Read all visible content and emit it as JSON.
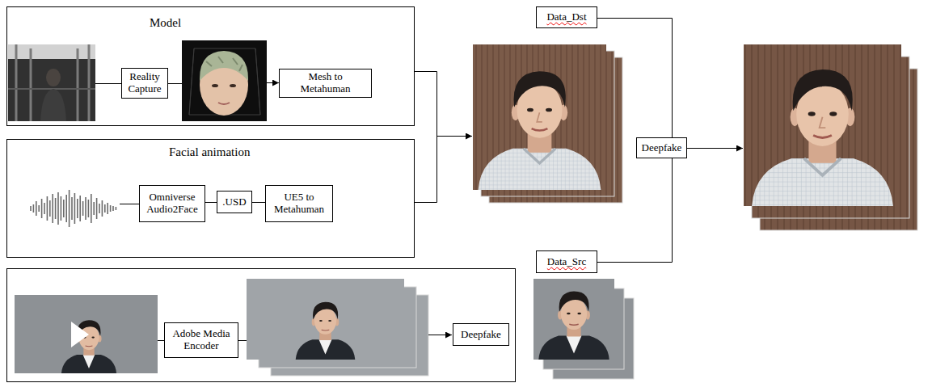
{
  "diagram": {
    "nodes": [
      {
        "text": [
          "Model"
        ]
      },
      {
        "text": [
          "Reality Capture"
        ],
        "in": 0
      },
      {
        "text": [
          "Mesh to Metahuman"
        ],
        "in": 0
      },
      {
        "text": [
          "Data_Dst"
        ]
      },
      {
        "text": [
          "Facial animation"
        ]
      },
      {
        "text": [
          "Omniverse Audio2Face"
        ],
        "in": 4
      },
      {
        "text": [
          ".USD"
        ],
        "in": 4
      },
      {
        "text": [
          "UE5 to Metahuman"
        ],
        "in": 4
      },
      {
        "text": [
          "Deepfake"
        ]
      },
      {
        "text": [
          "Data_Src"
        ]
      },
      {
        "text": [
          "Adobe Media Encoder"
        ]
      },
      {
        "text": [
          "Deepfake"
        ]
      }
    ],
    "edges": [
      {
        "from": 5,
        "to": 6,
        "arrow": "none"
      },
      {
        "from": 6,
        "to": 7,
        "arrow": "none"
      },
      {
        "from": 3,
        "to": 8,
        "arrow": "none"
      },
      {
        "from": 9,
        "to": 8,
        "arrow": "none"
      }
    ]
  }
}
